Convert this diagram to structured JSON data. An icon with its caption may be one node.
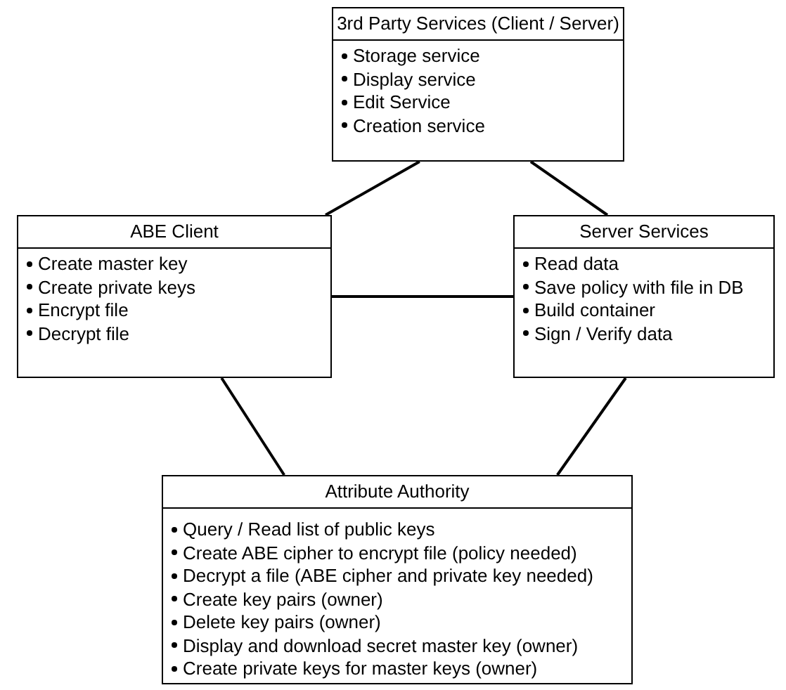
{
  "diagram": {
    "nodes": [
      {
        "text": [
          "3rd Party Services (Client / Server)",
          "Storage service",
          "Display service",
          "Edit Service",
          "Creation service"
        ]
      },
      {
        "text": [
          "ABE Client",
          "Create master key",
          "Create private keys",
          "Encrypt file",
          "Decrypt file"
        ]
      },
      {
        "text": [
          "Server Services",
          "Read data",
          "Save policy with file in DB",
          "Build container",
          "Sign / Verify data"
        ]
      },
      {
        "text": [
          "Attribute Authority",
          "Query / Read list of public keys",
          "Create ABE cipher to encrypt file (policy needed)",
          "Decrypt a file (ABE cipher and private key needed)",
          "Create key pairs (owner)",
          "Delete key pairs (owner)",
          "Display and download secret master key (owner)",
          "Create private keys for master keys (owner)"
        ]
      }
    ],
    "edges": [
      {
        "from": 0,
        "to": 1,
        "arrow": "none"
      },
      {
        "from": 0,
        "to": 2,
        "arrow": "none"
      },
      {
        "from": 1,
        "to": 2,
        "arrow": "none"
      },
      {
        "from": 1,
        "to": 3,
        "arrow": "none"
      },
      {
        "from": 2,
        "to": 3,
        "arrow": "none"
      }
    ]
  }
}
